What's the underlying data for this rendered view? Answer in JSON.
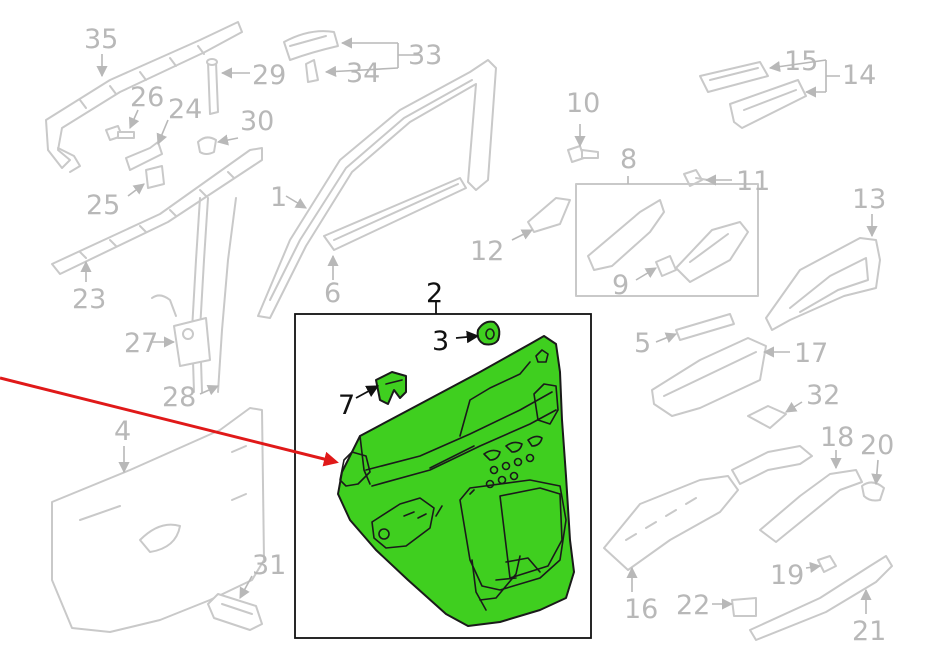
{
  "colors": {
    "highlight_fill": "#3fcf1f",
    "highlight_stroke": "#1a1a1a",
    "callout_arrow": "#e01919",
    "faded_label": "#b8b8b8",
    "faded_part": "#c9c9c9",
    "active_label": "#111111"
  },
  "labels": {
    "p1": "1",
    "p2": "2",
    "p3": "3",
    "p4": "4",
    "p5": "5",
    "p6": "6",
    "p7": "7",
    "p8": "8",
    "p9": "9",
    "p10": "10",
    "p11": "11",
    "p12": "12",
    "p13": "13",
    "p14": "14",
    "p15": "15",
    "p16": "16",
    "p17": "17",
    "p18": "18",
    "p19": "19",
    "p20": "20",
    "p21": "21",
    "p22": "22",
    "p23": "23",
    "p24": "24",
    "p25": "25",
    "p26": "26",
    "p27": "27",
    "p28": "28",
    "p29": "29",
    "p30": "30",
    "p31": "31",
    "p32": "32",
    "p33": "33",
    "p34": "34",
    "p35": "35"
  }
}
